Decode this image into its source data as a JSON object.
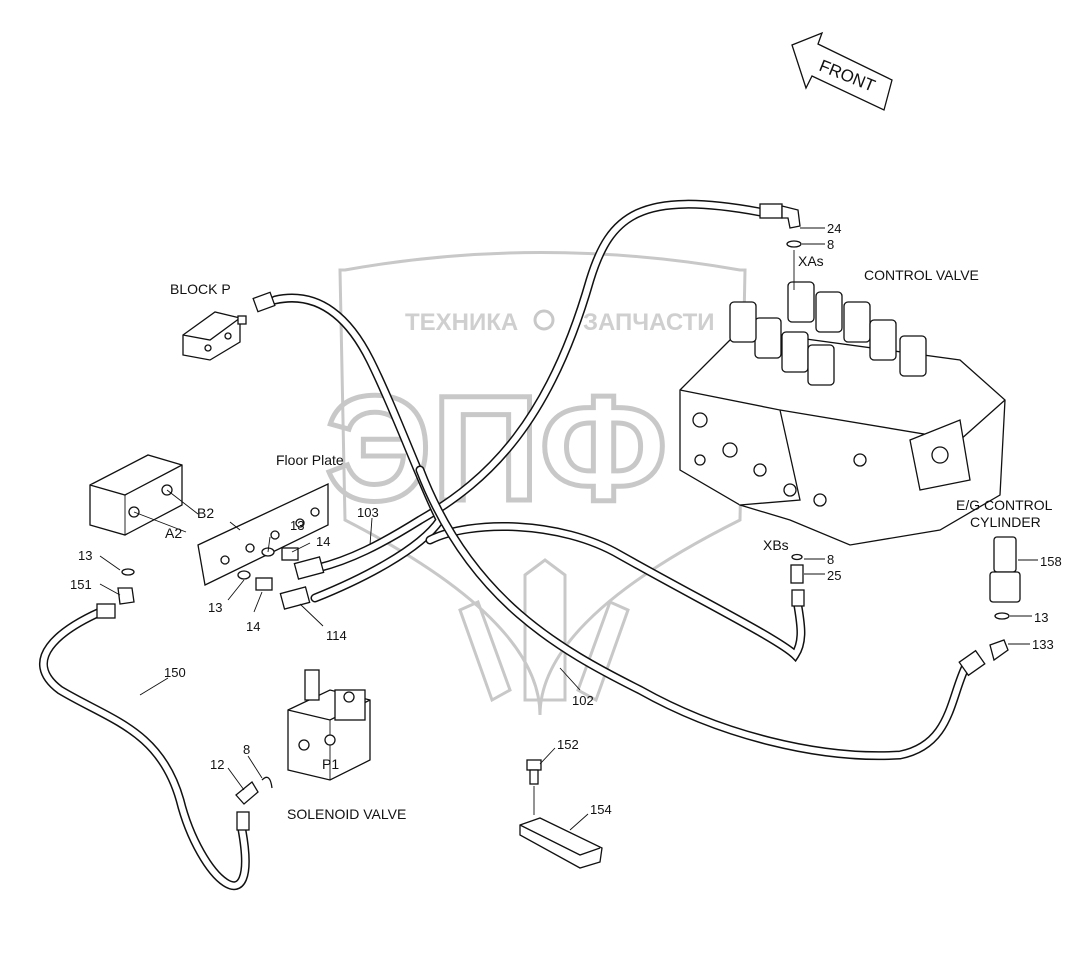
{
  "front_label": "FRONT",
  "watermark": {
    "top_left": "ТЕХНИКА",
    "top_right": "ЗАПЧАСТИ",
    "big": "ЭПФ"
  },
  "component_labels": {
    "block_p": "BLOCK P",
    "control_valve": "CONTROL VALVE",
    "floor_plate": "Floor Plate",
    "eg_line1": "E/G CONTROL",
    "eg_line2": "CYLINDER",
    "solenoid_valve": "SOLENOID VALVE"
  },
  "port_labels": {
    "xas": "XAs",
    "xbs": "XBs",
    "b2": "B2",
    "a2": "A2",
    "p1": "P1"
  },
  "callouts": {
    "c24": "24",
    "c8a": "8",
    "c8b": "8",
    "c25": "25",
    "c158": "158",
    "c13a": "13",
    "c133": "133",
    "c13b": "13",
    "c151": "151",
    "c13c": "13",
    "c14a": "14",
    "c13d": "13",
    "c14b": "14",
    "c114": "114",
    "c103": "103",
    "c150": "150",
    "c102": "102",
    "c152": "152",
    "c154": "154",
    "c12": "12",
    "c8c": "8"
  }
}
